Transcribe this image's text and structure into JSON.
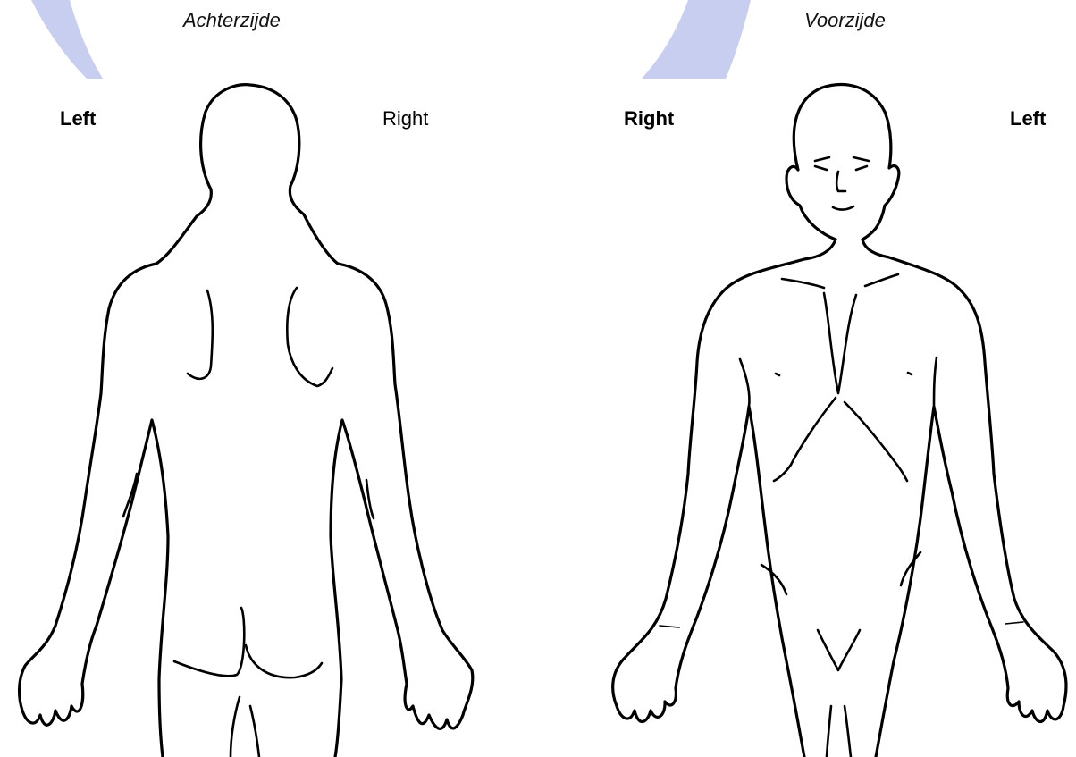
{
  "views": {
    "back": {
      "title": "Achterzijde",
      "label_left": "Left",
      "label_right": "Right"
    },
    "front": {
      "title": "Voorzijde",
      "label_left": "Right",
      "label_right": "Left"
    }
  },
  "colors": {
    "watermark": "#c8cef0",
    "outline": "#000000",
    "background": "#ffffff"
  }
}
